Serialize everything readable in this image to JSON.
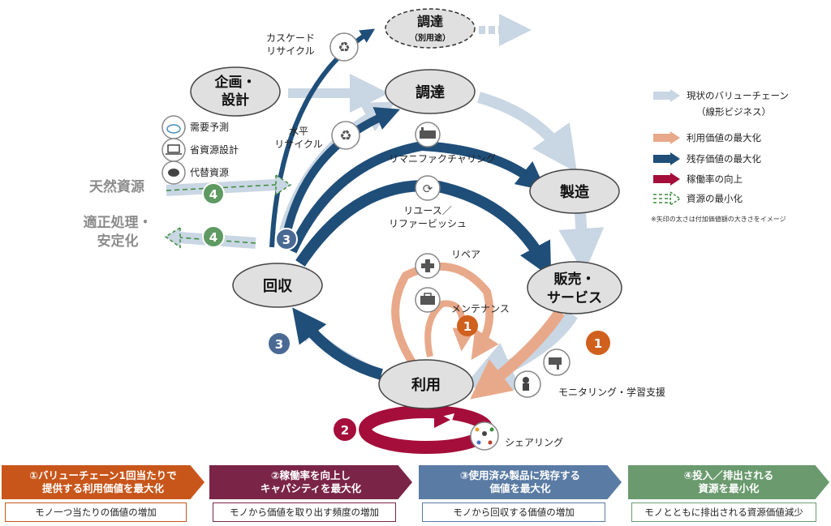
{
  "nodes": {
    "procure_alt": {
      "line1": "調達",
      "line2": "（別用途）"
    },
    "planning": {
      "line1": "企画・",
      "line2": "設計"
    },
    "procure": "調達",
    "manufacture": "製造",
    "sales": {
      "line1": "販売・",
      "line2": "サービス"
    },
    "collect": "回収",
    "use": "利用"
  },
  "labels": {
    "cascade": {
      "line1": "カスケード",
      "line2": "リサイクル"
    },
    "horizontal": {
      "line1": "水平",
      "line2": "リサイクル"
    },
    "remanufacturing": "リマニファクチャリング",
    "reuse": {
      "line1": "リユース／",
      "line2": "リファービッシュ"
    },
    "repair": "リペア",
    "maintenance": "メンテナンス",
    "monitoring": "モニタリング・学習支援",
    "sharing": "シェアリング",
    "demand_forecast": "需要予測",
    "resource_saving": "省資源設計",
    "substitute": "代替資源",
    "natural_resources": "天然資源",
    "disposal": {
      "line1": "適正処理・",
      "line2": "安定化"
    }
  },
  "badges": {
    "b1_inner": "1",
    "b1_outer": "1",
    "b2": "2",
    "b3_upper": "3",
    "b3_lower": "3",
    "b4_upper": "4",
    "b4_lower": "4"
  },
  "legend": {
    "items": [
      {
        "label": "現状のバリューチェーン",
        "sub": "（線形ビジネス）",
        "color": "#c9d6e3"
      },
      {
        "label": "利用価値の最大化",
        "color": "#e8a98a"
      },
      {
        "label": "残存価値の最大化",
        "color": "#1f4e79"
      },
      {
        "label": "稼働率の向上",
        "color": "#a50e3a"
      },
      {
        "label": "資源の最小化",
        "color": "#3c8c3c"
      }
    ],
    "note": "※矢印の太さは付加価値額の大きさをイメージ"
  },
  "footer": [
    {
      "title": "①バリューチェーン1回当たりで\n提供する利用価値を最大化",
      "sub": "モノ一つ当たりの価値の増加",
      "color": "#c8561b"
    },
    {
      "title": "②稼働率を向上し\nキャパシティを最大化",
      "sub": "モノから価値を取り出す頻度の増加",
      "color": "#7a2548"
    },
    {
      "title": "③使用済み製品に残存する\n価値を最大化",
      "sub": "モノから回収する価値の増加",
      "color": "#5a7ba3"
    },
    {
      "title": "④投入／排出される\n資源を最小化",
      "sub": "モノとともに排出される資源価値減少",
      "color": "#6a9a6e"
    }
  ],
  "icons": [
    "recycle-icon",
    "recycle-icon",
    "factory-icon",
    "reuse-icon",
    "repair-icon",
    "toolbox-icon",
    "camera-icon",
    "teacher-icon",
    "sharing-icon",
    "cloud-icon",
    "laptop-icon",
    "leaf-icon"
  ]
}
